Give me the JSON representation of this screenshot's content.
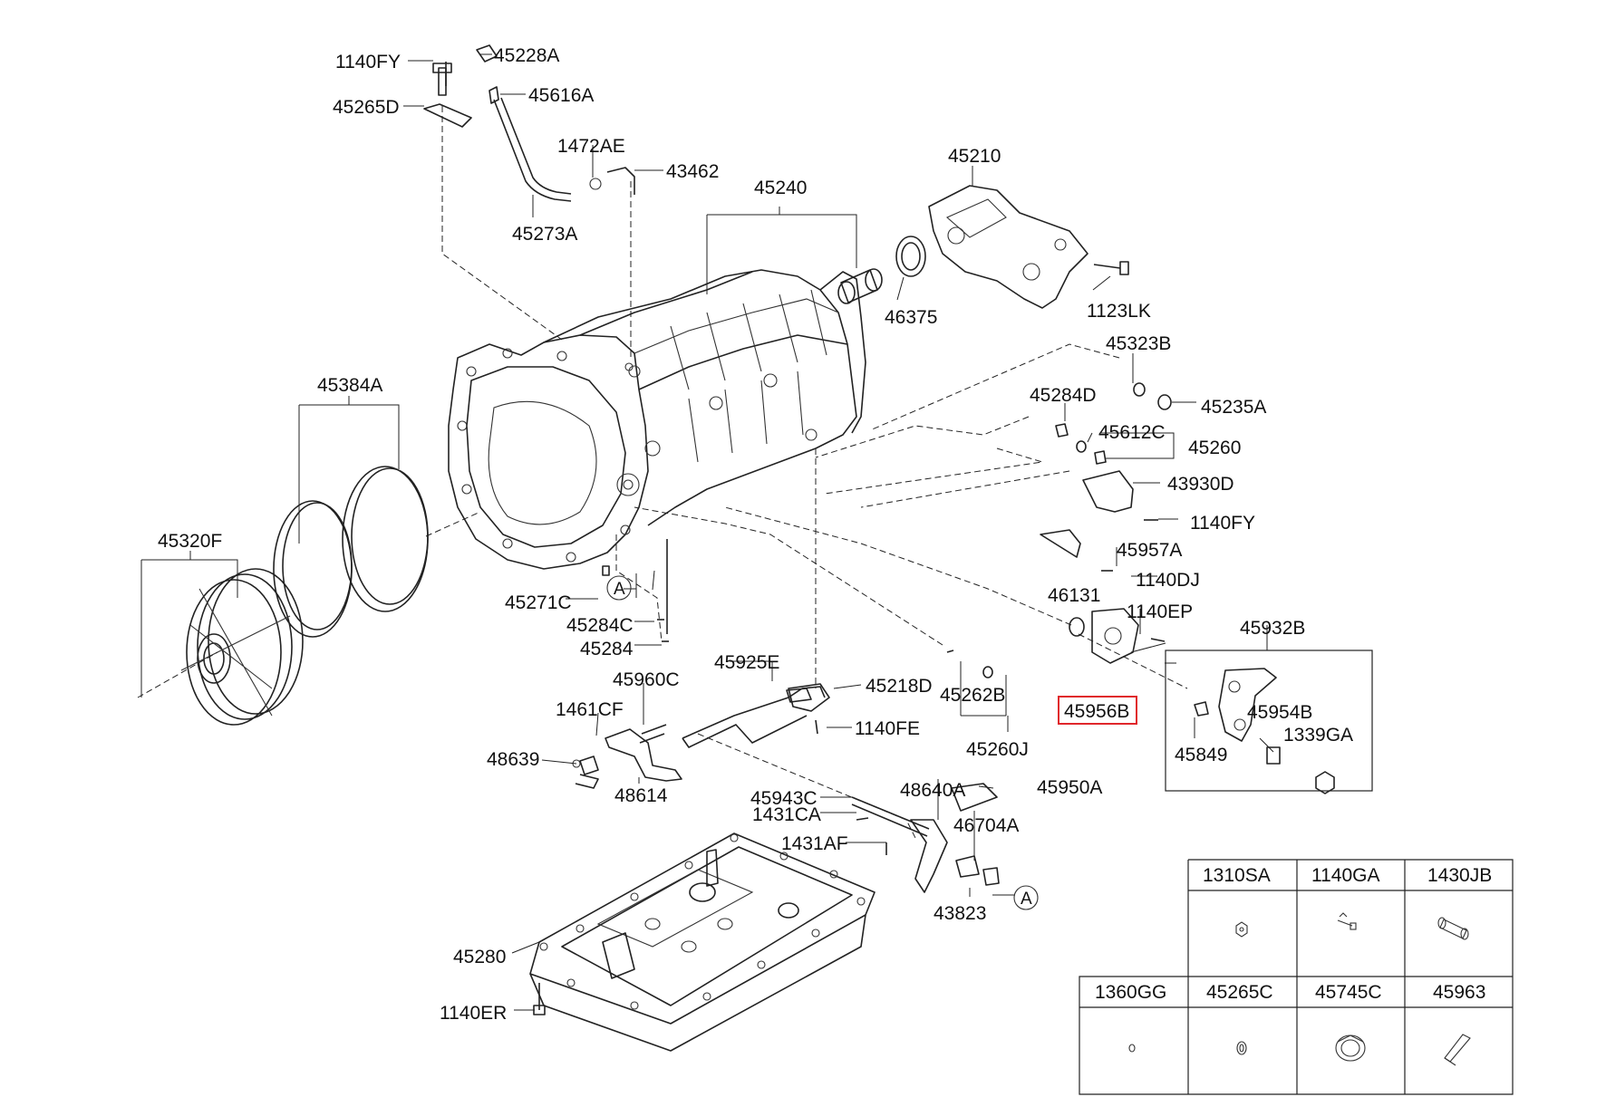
{
  "callouts": {
    "l_1140FY_top": "1140FY",
    "l_45228A": "45228A",
    "l_45265D": "45265D",
    "l_45616A": "45616A",
    "l_1472AE": "1472AE",
    "l_43462": "43462",
    "l_45273A": "45273A",
    "l_45240": "45240",
    "l_45210": "45210",
    "l_46375": "46375",
    "l_1123LK": "1123LK",
    "l_45323B": "45323B",
    "l_45235A": "45235A",
    "l_45284D": "45284D",
    "l_45612C": "45612C",
    "l_45260": "45260",
    "l_43930D": "43930D",
    "l_1140FY_mid": "1140FY",
    "l_45957A": "45957A",
    "l_1140DJ": "1140DJ",
    "l_46131": "46131",
    "l_1140EP": "1140EP",
    "l_45932B": "45932B",
    "l_45956B": "45956B",
    "l_45954B": "45954B",
    "l_45849": "45849",
    "l_1339GA": "1339GA",
    "l_45384A": "45384A",
    "l_45320F": "45320F",
    "l_45271C": "45271C",
    "l_45284C": "45284C",
    "l_45284": "45284",
    "l_45925E": "45925E",
    "l_45218D": "45218D",
    "l_1140FE": "1140FE",
    "l_45262B": "45262B",
    "l_45260J": "45260J",
    "l_45960C": "45960C",
    "l_1461CF": "1461CF",
    "l_48639": "48639",
    "l_48614": "48614",
    "l_45943C": "45943C",
    "l_1431CA": "1431CA",
    "l_48640A": "48640A",
    "l_45950A": "45950A",
    "l_1431AF": "1431AF",
    "l_46704A": "46704A",
    "l_43823": "43823",
    "l_45280": "45280",
    "l_1140ER": "1140ER",
    "ref_A1": "A",
    "ref_A2": "A"
  },
  "highlighted_part": "45956B",
  "highlight_color": "#e0262b",
  "table": {
    "row1": [
      "1310SA",
      "1140GA",
      "1430JB"
    ],
    "row2": [
      "1360GG",
      "45265C",
      "45745C",
      "45963"
    ]
  }
}
